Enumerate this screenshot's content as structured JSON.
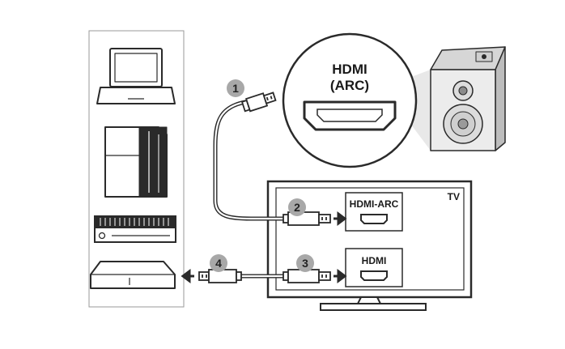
{
  "speaker_port": {
    "line1": "HDMI",
    "line2": "(ARC)"
  },
  "tv": {
    "label": "TV",
    "port_arc_label": "HDMI-ARC",
    "port_hdmi_label": "HDMI"
  },
  "steps": [
    "1",
    "2",
    "3",
    "4"
  ],
  "devices": [
    "laptop-icon",
    "game-console-vertical-icon",
    "game-console-icon",
    "set-top-box-icon"
  ],
  "colors": {
    "line": "#2a2a2a",
    "badge": "#a8a8a8",
    "panel_border": "#9a9a9a",
    "speaker_bg": "#e6e6e6"
  }
}
